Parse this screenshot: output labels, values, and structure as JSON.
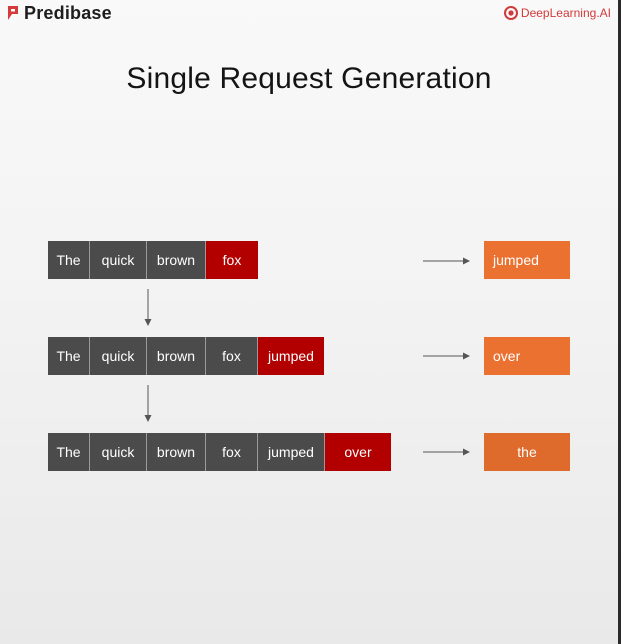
{
  "header": {
    "left_brand": "Predibase",
    "right_brand": "DeepLearning.AI",
    "left_logo_icon": "predibase-logo-icon",
    "right_logo_icon": "deeplearning-ai-logo-icon"
  },
  "title": "Single Request Generation",
  "rows": [
    {
      "tokens": [
        "The",
        "quick",
        "brown",
        "fox"
      ],
      "output": "jumped"
    },
    {
      "tokens": [
        "The",
        "quick",
        "brown",
        "fox",
        "jumped"
      ],
      "output": "over"
    },
    {
      "tokens": [
        "The",
        "quick",
        "brown",
        "fox",
        "jumped",
        "over"
      ],
      "output": "the"
    }
  ],
  "colors": {
    "context_token": "#4b4b4b",
    "new_token": "#b20000",
    "output_token": "#ea7130",
    "arrow": "#555555",
    "deeplearning_red": "#d03a3a"
  }
}
